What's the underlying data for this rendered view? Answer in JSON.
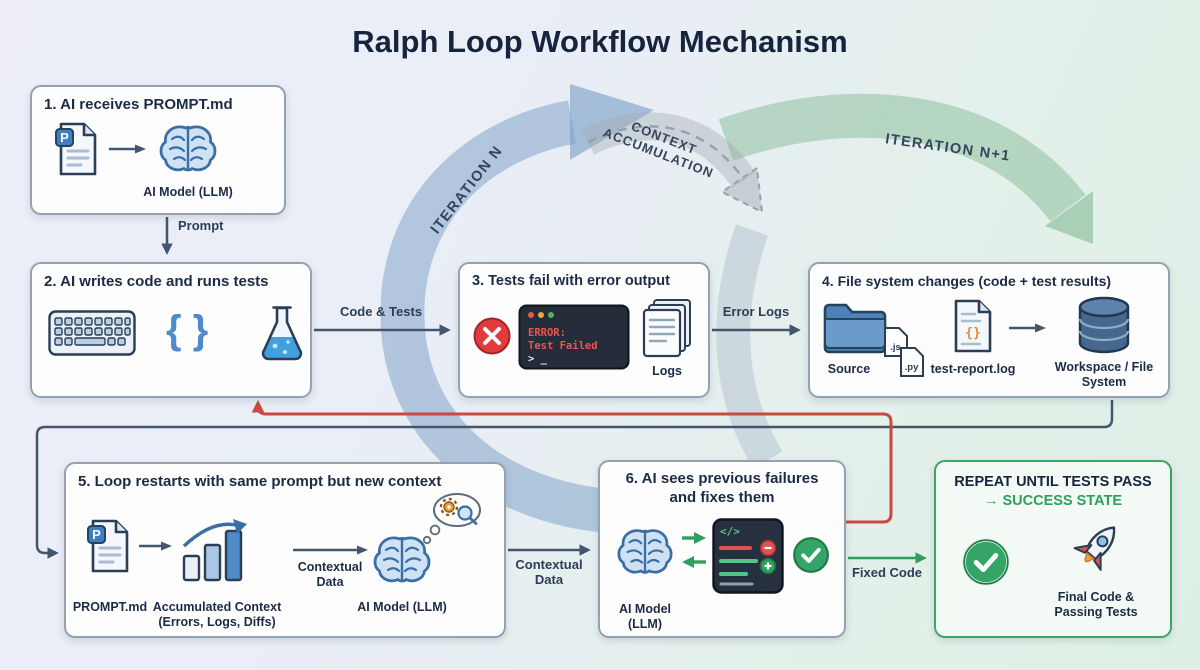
{
  "title": "Ralph Loop Workflow Mechanism",
  "swirl": {
    "iteration_n": "ITERATION N",
    "context_line1": "CONTEXT",
    "context_line2": "ACCUMULATION",
    "iteration_n_plus_1": "ITERATION N+1"
  },
  "edges": {
    "prompt": "Prompt",
    "code_and_tests": "Code & Tests",
    "error_logs": "Error Logs",
    "contextual_data": "Contextual Data",
    "fixed_code": "Fixed Code"
  },
  "box1": {
    "title": "1. AI receives PROMPT.md",
    "doc_badge": "P",
    "ai_label": "AI Model (LLM)"
  },
  "box2": {
    "title": "2. AI writes code and runs tests",
    "braces": "{ }"
  },
  "box3": {
    "title": "3. Tests fail with error output",
    "terminal_line1": "ERROR:",
    "terminal_line2": "Test Failed",
    "terminal_prompt": "> _",
    "logs_label": "Logs"
  },
  "box4": {
    "title": "4. File system changes (code + test results)",
    "source_label": "Source",
    "js_badge": ".js",
    "py_badge": ".py",
    "doc_glyph": "{}",
    "report_label": "test-report.log",
    "workspace_label": "Workspace / File System"
  },
  "box5": {
    "title": "5. Loop restarts with same prompt but new context",
    "doc_badge": "P",
    "prompt_label": "PROMPT.md",
    "accumulated_label": "Accumulated Context (Errors, Logs, Diffs)",
    "contextual_label": "Contextual Data",
    "ai_label": "AI Model (LLM)"
  },
  "box6": {
    "title": "6. AI sees previous failures and fixes them",
    "ai_label": "AI Model (LLM)",
    "code_glyph": "</>"
  },
  "box7": {
    "title": "REPEAT UNTIL TESTS PASS",
    "subtitle": "→ SUCCESS STATE",
    "final_label": "Final Code & Passing Tests"
  },
  "colors": {
    "navy": "#1c2b45",
    "accent_blue": "#4f8ac9",
    "accent_green": "#2f9e5f",
    "accent_red": "#c84a42"
  }
}
